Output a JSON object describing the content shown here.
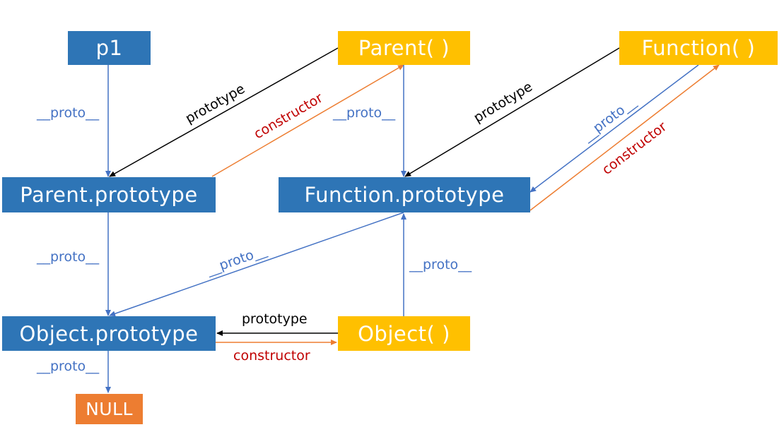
{
  "nodes": {
    "p1": "p1",
    "parent": "Parent( )",
    "function": "Function( )",
    "parent_prototype": "Parent.prototype",
    "function_prototype": "Function.prototype",
    "object_prototype": "Object.prototype",
    "object": "Object( )",
    "null": "NULL"
  },
  "edge_labels": {
    "p1_proto": "__proto__",
    "parent_prototype": "prototype",
    "parent_constructor": "constructor",
    "parent_proto": "__proto__",
    "function_prototype": "prototype",
    "function_proto": "__proto__",
    "function_constructor": "constructor",
    "parentproto_proto": "__proto__",
    "functionproto_proto": "__proto__",
    "object_proto": "__proto__",
    "object_prototype": "prototype",
    "object_constructor": "constructor",
    "objectproto_proto": "__proto__"
  },
  "colors": {
    "blue_box": "#2e75b6",
    "yellow_box": "#ffc000",
    "orange_box": "#ed7d31",
    "proto_arrow": "#4472c4",
    "prototype_arrow": "#000000",
    "constructor_arrow": "#ed7d31",
    "constructor_label": "#c00000"
  }
}
